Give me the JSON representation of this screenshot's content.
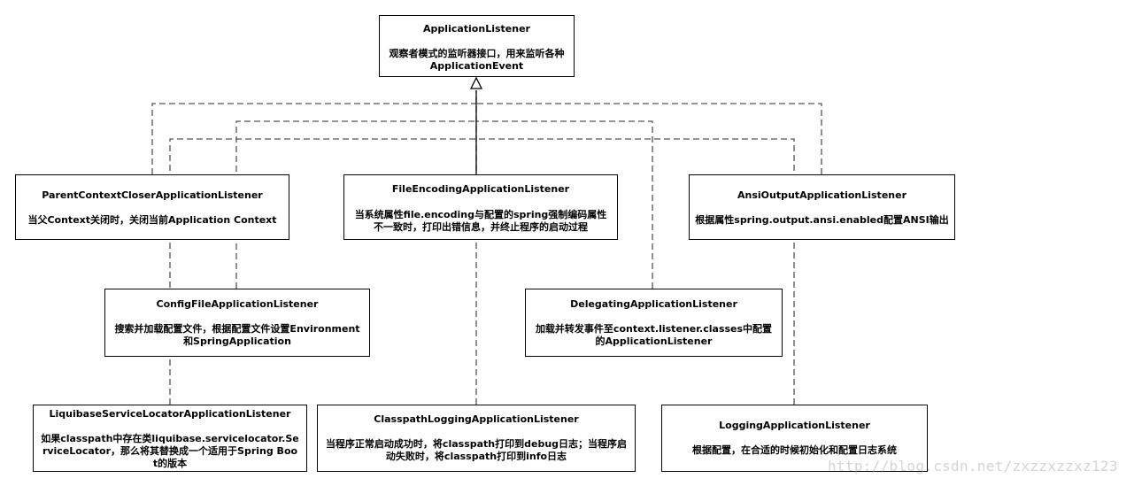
{
  "diagram": {
    "root": {
      "name": "ApplicationListener",
      "desc": "观察者模式的监听器接口，用来监听各种ApplicationEvent"
    },
    "listeners": [
      {
        "name": "ParentContextCloserApplicationListener",
        "desc": "当父Context关闭时，关闭当前Application Context"
      },
      {
        "name": "FileEncodingApplicationListener",
        "desc": "当系统属性file.encoding与配置的spring强制编码属性不一致时，打印出错信息，并终止程序的启动过程"
      },
      {
        "name": "AnsiOutputApplicationListener",
        "desc": "根据属性spring.output.ansi.enabled配置ANSI输出"
      },
      {
        "name": "ConfigFileApplicationListener",
        "desc": "搜索并加载配置文件，根据配置文件设置Environment和SpringApplication"
      },
      {
        "name": "DelegatingApplicationListener",
        "desc": "加载并转发事件至context.listener.classes中配置的ApplicationListener"
      },
      {
        "name": "LiquibaseServiceLocatorApplicationListener",
        "desc": "如果classpath中存在类liquibase.servicelocator.ServiceLocator，那么将其替换成一个适用于Spring Boot的版本"
      },
      {
        "name": "ClasspathLoggingApplicationListener",
        "desc": "当程序正常启动成功时，将classpath打印到debug日志；当程序启动失败时，将classpath打印到info日志"
      },
      {
        "name": "LoggingApplicationListener",
        "desc": "根据配置，在合适的时候初始化和配置日志系统"
      }
    ]
  },
  "watermark": "http://blog.csdn.net/zxzzxzzxz123"
}
